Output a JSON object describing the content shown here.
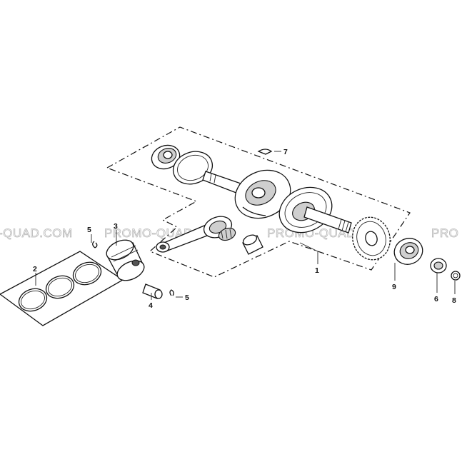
{
  "watermark": {
    "segments": [
      "-QUAD.COM",
      "PROMO-QUAD.COM",
      "PROMO-QUAD.COM",
      "PRO"
    ]
  },
  "callouts": {
    "c1": "1",
    "c2": "2",
    "c3": "3",
    "c4": "4",
    "c5a": "5",
    "c5b": "5",
    "c6": "6",
    "c7": "7",
    "c8": "8",
    "c9": "9"
  }
}
